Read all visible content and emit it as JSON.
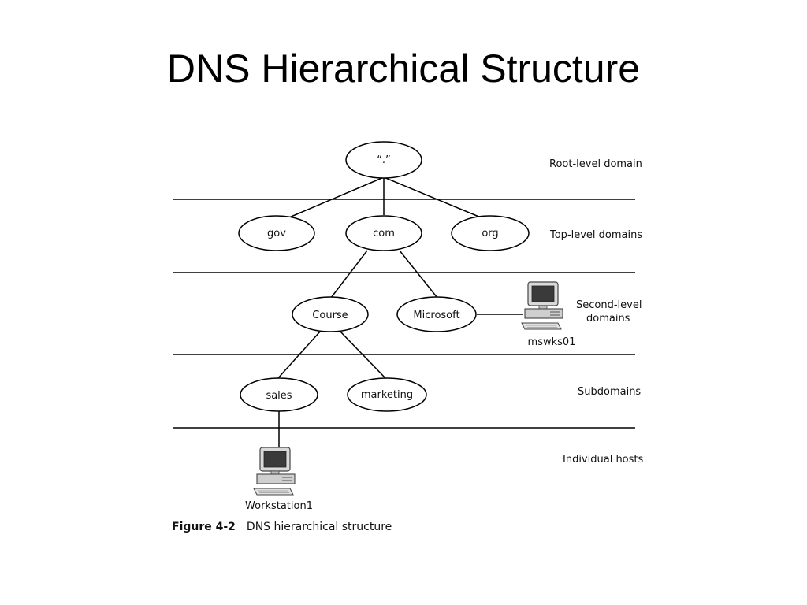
{
  "title": "DNS Hierarchical Structure",
  "levels": {
    "root": "Root-level domain",
    "top": "Top-level domains",
    "second_line1": "Second-level",
    "second_line2": "domains",
    "sub": "Subdomains",
    "hosts": "Individual hosts"
  },
  "nodes": {
    "root": "“.”",
    "gov": "gov",
    "com": "com",
    "org": "org",
    "course": "Course",
    "microsoft": "Microsoft",
    "sales": "sales",
    "marketing": "marketing"
  },
  "computers": {
    "mswks": "mswks01",
    "workstation": "Workstation1"
  },
  "caption": {
    "label": "Figure 4-2",
    "text": "DNS hierarchical structure"
  }
}
